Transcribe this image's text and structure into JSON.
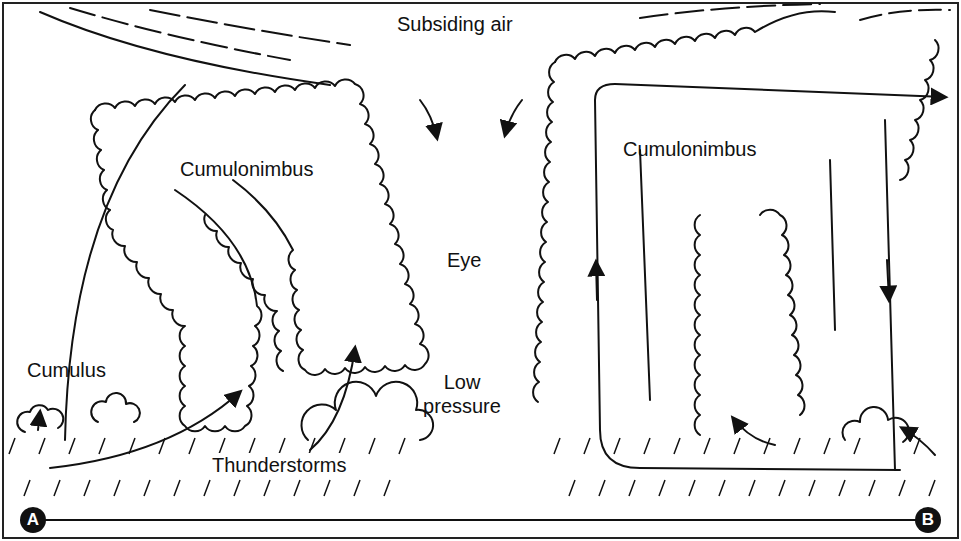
{
  "diagram": {
    "labels": [
      "Subsiding air",
      "Cumulonimbus",
      "Eye",
      "Cumulus",
      "Low pressure",
      "Thunderstorms",
      "Cumulonimbus",
      "A",
      "B"
    ]
  }
}
